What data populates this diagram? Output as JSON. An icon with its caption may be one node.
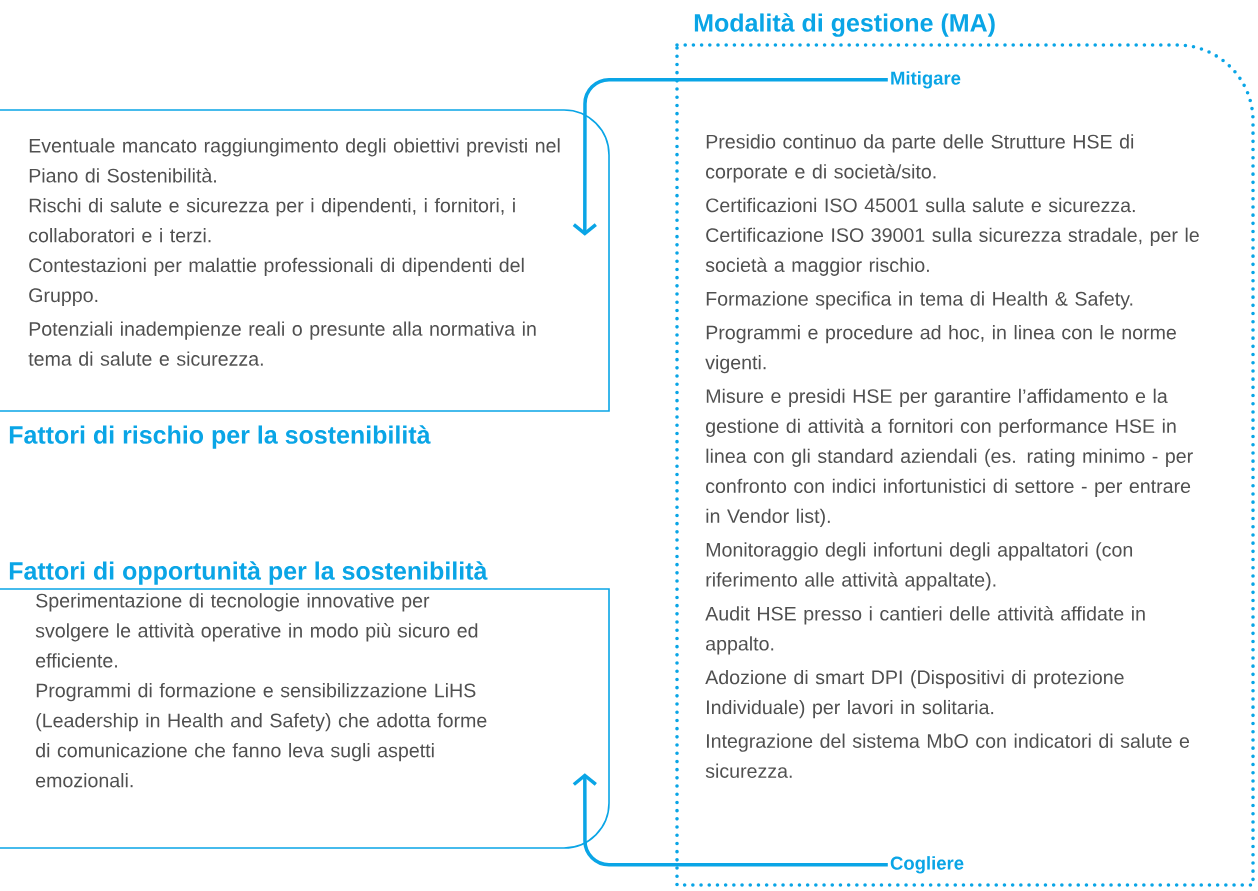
{
  "diagram": {
    "nodes": [
      {
        "text": [
          "Eventuale mancato raggiungimento degli obiettivi previsti nel Piano di Sostenibilità.",
          "Rischi di salute e sicurezza per i dipendenti, i fornitori, i collaboratori e i terzi.",
          "Contestazioni per malattie professionali di dipendenti del Gruppo.",
          "Potenziali inadempienze reali o presunte alla normativa in tema di salute e sicurezza.",
          "Fattori di rischio per la sostenibilità"
        ]
      },
      {
        "text": [
          "Fattori di opportunità per la sostenibilità",
          "Sperimentazione di tecnologie innovative per svolgere le attività operative in modo più sicuro ed efficiente.",
          "Programmi di formazione e sensibilizzazione LiHS (Leadership in Health and Safety) che adotta forme di comunicazione che fanno leva sugli aspetti emozionali."
        ]
      },
      {
        "text": [
          "Modalità di gestione (MA)",
          "Presidio continuo da parte delle Strutture HSE di corporate e di società/sito.",
          "Certificazioni ISO 45001 sulla salute e sicurezza.",
          "Certificazione ISO 39001 sulla sicurezza stradale, per le società a maggior rischio.",
          "Formazione specifica in tema di Health & Safety.",
          "Programmi e procedure ad hoc, in linea con le norme vigenti.",
          "Misure e presidi HSE per garantire l’affidamento e la gestione di attività a fornitori con performance HSE in linea con gli standard aziendali (es. rating minimo - per confronto con indici infortunistici di settore - per entrare in Vendor list).",
          "Monitoraggio degli infortuni degli appaltatori (con riferimento alle attività appaltate).",
          "Audit HSE presso i cantieri delle attività affidate in appalto.",
          "Adozione di smart DPI (Dispositivi di protezione Individuale) per lavori in solitaria.",
          "Integrazione del sistema MbO con indicatori di salute e sicurezza."
        ]
      },
      {
        "text": [
          "Mitigare"
        ],
        "in": 2
      },
      {
        "text": [
          "Cogliere"
        ],
        "in": 2
      }
    ],
    "edges": [
      {
        "from": 3,
        "to": 0,
        "arrow": "to"
      },
      {
        "from": 4,
        "to": 1,
        "arrow": "to"
      }
    ]
  }
}
